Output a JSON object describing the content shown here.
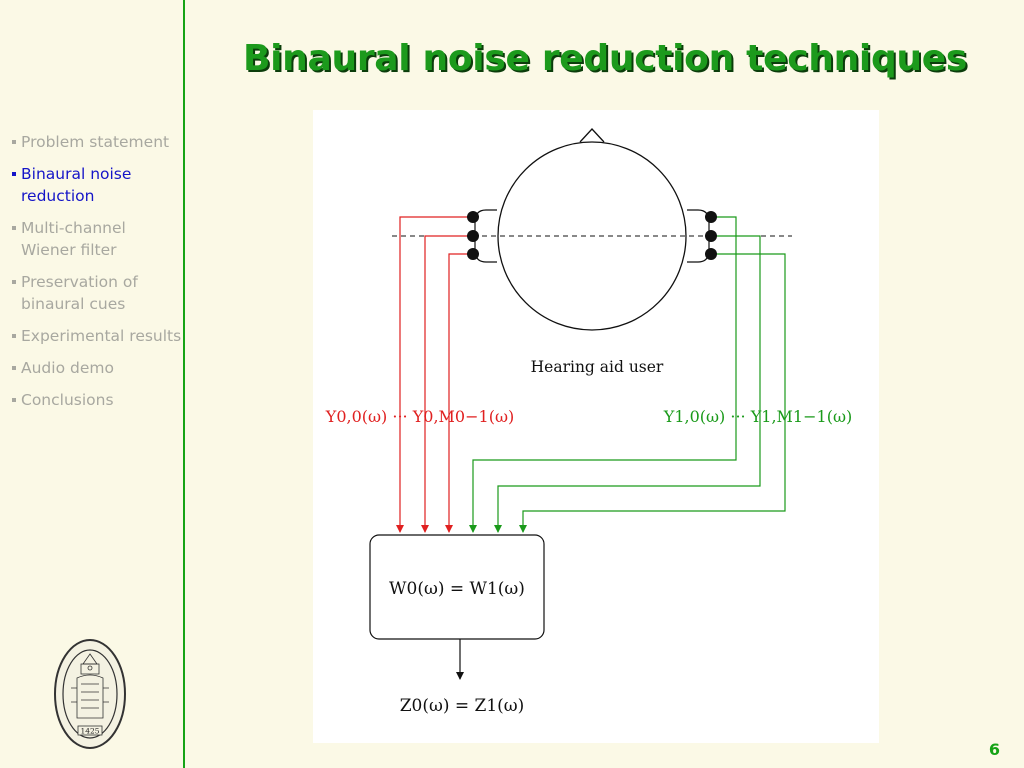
{
  "title": "Binaural noise reduction techniques",
  "nav": [
    {
      "label": "Problem statement",
      "active": false
    },
    {
      "label": "Binaural noise reduction",
      "active": true
    },
    {
      "label": "Multi-channel Wiener filter",
      "active": false
    },
    {
      "label": "Preservation of binaural cues",
      "active": false
    },
    {
      "label": "Experimental results",
      "active": false
    },
    {
      "label": "Audio demo",
      "active": false
    },
    {
      "label": "Conclusions",
      "active": false
    }
  ],
  "seal_year": "1425",
  "diagram": {
    "head_caption": "Hearing aid user",
    "left_signals": "Y0,0(ω) ··· Y0,M0−1(ω)",
    "right_signals": "Y1,0(ω) ··· Y1,M1−1(ω)",
    "filter_equation": "W0(ω) = W1(ω)",
    "output_equation": "Z0(ω) = Z1(ω)"
  },
  "colors": {
    "accent": "#1c9a1c",
    "active_nav": "#1515c8",
    "left_ear": "#e02020",
    "right_ear": "#1a9a1a"
  },
  "page_number": "6"
}
